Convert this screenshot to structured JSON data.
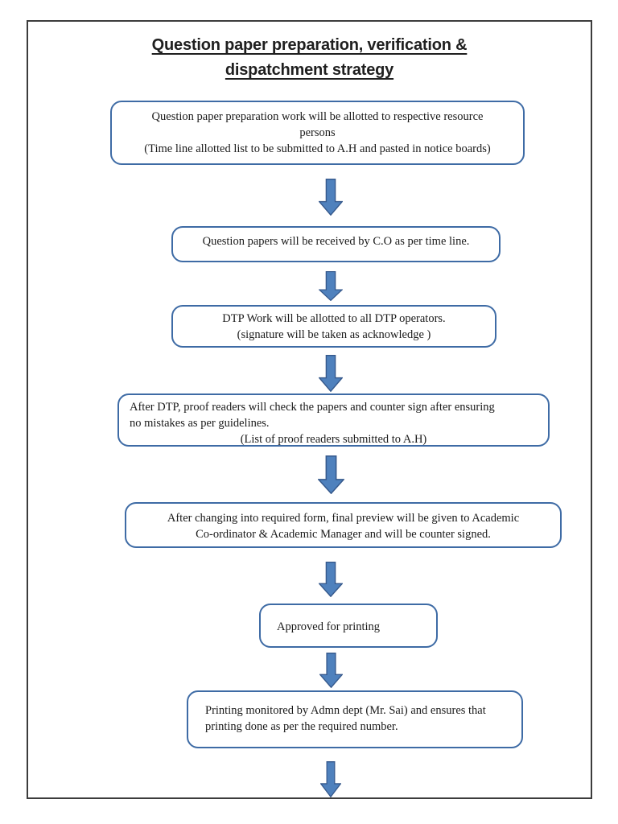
{
  "title": {
    "line1": "Question paper preparation, verification &",
    "line2": "dispatchment strategy"
  },
  "flowchart": {
    "boxes": [
      {
        "name": "preparation-allotment",
        "lines": [
          "Question paper preparation work will be allotted to respective resource",
          "persons",
          "(Time line allotted list to be submitted to A.H and pasted in notice boards)"
        ]
      },
      {
        "name": "papers-received",
        "lines": [
          "Question papers will be received by C.O as per time line."
        ]
      },
      {
        "name": "dtp-work",
        "lines": [
          "DTP Work will be allotted to all DTP operators.",
          "(signature will be taken as acknowledge )"
        ]
      },
      {
        "name": "proof-reading",
        "lines": [
          "After DTP, proof readers will check the papers and counter sign after ensuring",
          "no mistakes as per guidelines.",
          "(List of proof readers submitted to A.H)"
        ]
      },
      {
        "name": "final-preview",
        "lines": [
          "After changing into required form, final preview will be given to Academic",
          "Co-ordinator & Academic Manager and will be counter signed."
        ]
      },
      {
        "name": "approved",
        "lines": [
          "Approved for printing"
        ]
      },
      {
        "name": "printing-monitoring",
        "lines": [
          "Printing monitored by Admn dept (Mr. Sai) and ensures that",
          "printing done as per the required number."
        ]
      }
    ],
    "connector_icon": "down-arrow-icon",
    "connector_count": 7
  },
  "colors": {
    "box-border": "#3e6ba5",
    "arrow-fill": "#4f81bd",
    "arrow-stroke": "#36598c",
    "page-border": "#3c3c3c",
    "title-text": "#1f1f1f",
    "body-text": "#1a1a1a"
  }
}
